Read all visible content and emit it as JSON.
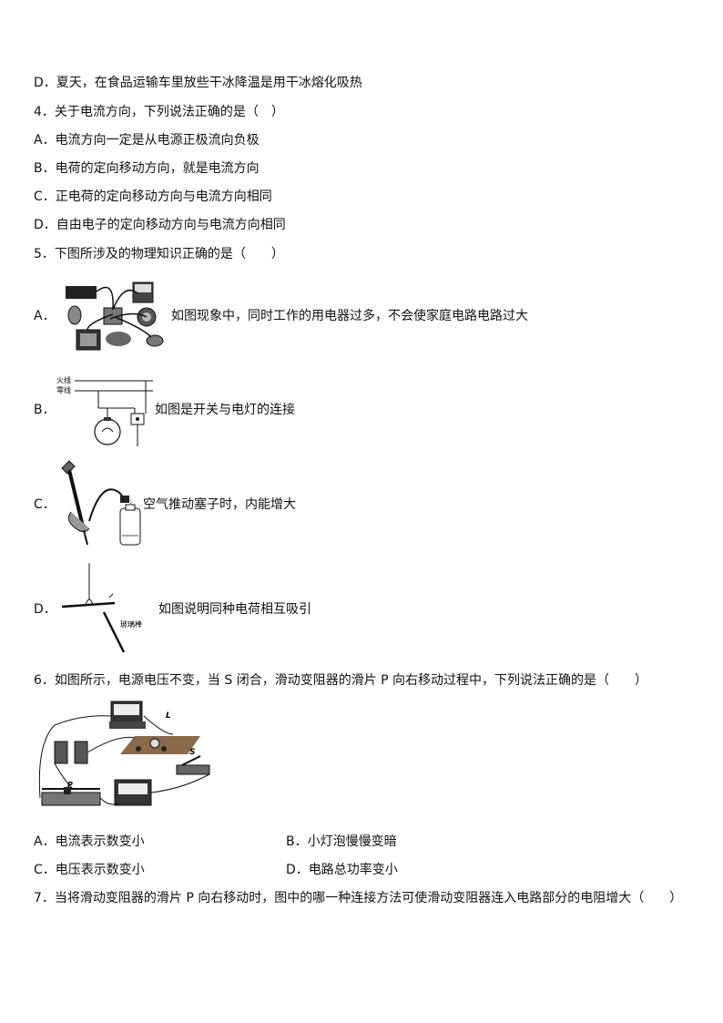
{
  "lines": {
    "q3_d": "D．夏天，在食品运输车里放些干冰降温是用干冰熔化吸热",
    "q4_stem": "4．关于电流方向，下列说法正确的是（　）",
    "q4_a": "A．电流方向一定是从电源正极流向负极",
    "q4_b": "B．电荷的定向移动方向，就是电流方向",
    "q4_c": "C．正电荷的定向移动方向与电流方向相同",
    "q4_d": "D．自由电子的定向移动方向与电流方向相同",
    "q5_stem": "5．下图所涉及的物理知识正确的是（　　）"
  },
  "q5": {
    "a_label": "A．",
    "a_text": "如图现象中，同时工作的用电器过多，不会使家庭电路电路过大",
    "b_label": "B．",
    "b_text": "如图是开关与电灯的连接",
    "b_fig_live": "火线",
    "b_fig_neutral": "零线",
    "c_label": "C．",
    "c_text": "空气推动塞子时，内能增大",
    "d_label": "D．",
    "d_text": "如图说明同种电荷相互吸引",
    "d_fig_rod": "玻璃棒"
  },
  "q6": {
    "stem": "6．如图所示，电源电压不变，当 S 闭合，滑动变阻器的滑片 P 向右移动过程中，下列说法正确的是（　　）",
    "fig_L": "L",
    "fig_S": "S",
    "fig_P": "P",
    "a": "A．电流表示数变小",
    "b": "B．小灯泡慢慢变暗",
    "c": "C．电压表示数变小",
    "d": "D．电路总功率变小"
  },
  "q7": {
    "stem": "7．当将滑动变阻器的滑片 P 向右移动时，图中的哪一种连接方法可使滑动变阻器连入电路部分的电阻增大（　　）"
  }
}
